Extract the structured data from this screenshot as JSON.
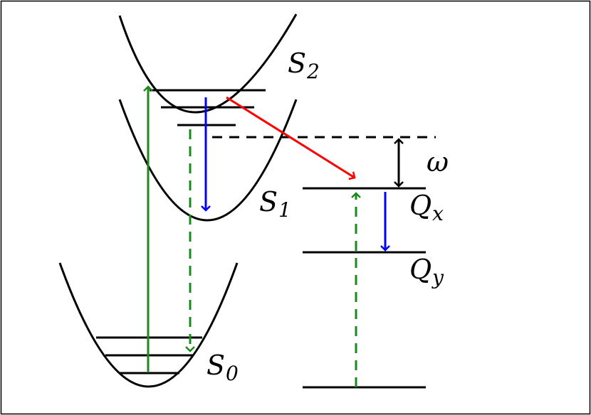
{
  "labels": {
    "s2_main": "S",
    "s2_sub": "2",
    "s1_main": "S",
    "s1_sub": "1",
    "s0_main": "S",
    "s0_sub": "0",
    "qx_main": "Q",
    "qx_sub": "x",
    "qy_main": "Q",
    "qy_sub": "y",
    "omega": "ω"
  },
  "colors": {
    "curve": "#000000",
    "absorption": "#1a8a1a",
    "relaxation": "#0000ff",
    "transfer": "#ff0000",
    "frame": "#000000"
  }
}
